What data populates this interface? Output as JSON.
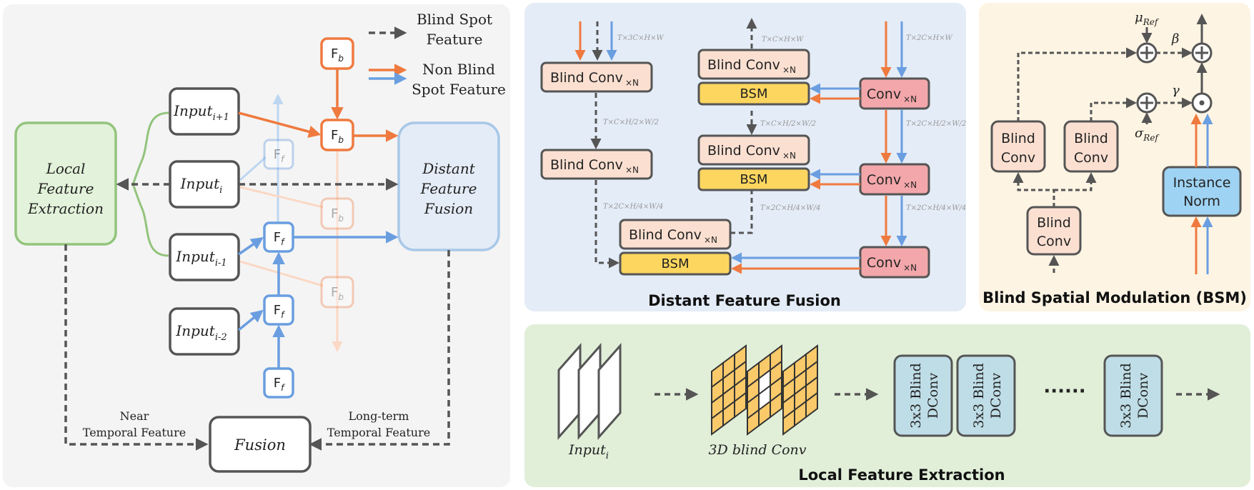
{
  "left": {
    "legend": {
      "blind_spot_line1": "Blind Spot",
      "blind_spot_line2": "Feature",
      "non_blind_line1": "Non Blind",
      "non_blind_line2": "Spot Feature"
    },
    "local_feature_extraction": [
      "Local",
      "Feature",
      "Extraction"
    ],
    "distant_feature_fusion": [
      "Distant",
      "Feature",
      "Fusion"
    ],
    "inputs": [
      {
        "base": "Input",
        "sub": "i+1"
      },
      {
        "base": "Input",
        "sub": "i"
      },
      {
        "base": "Input",
        "sub": "i-1"
      },
      {
        "base": "Input",
        "sub": "i-2"
      }
    ],
    "fb": {
      "base": "F",
      "sub": "b"
    },
    "ff": {
      "base": "F",
      "sub": "f"
    },
    "fusion": "Fusion",
    "near_label": [
      "Near",
      "Temporal Feature"
    ],
    "long_label": [
      "Long-term",
      "Temporal Feature"
    ]
  },
  "dff": {
    "title": "Distant Feature Fusion",
    "blind_conv": "Blind Conv",
    "conv": "Conv",
    "bsm": "BSM",
    "subscript": "×N",
    "dims": {
      "d1": "T×3C×H×W",
      "d2_prefix": "T×C×",
      "d3_prefix": "T×2C×",
      "d4": "T×C×H×W",
      "d5": "T×2C×H×W",
      "d6_prefix": "T×C×",
      "d7_prefix": "T×2C×",
      "d8_prefix": "T×2C×",
      "d9_prefix": "T×2C×",
      "frac_h2": "H/2",
      "frac_w2": "W/2",
      "frac_h4": "H/4",
      "frac_w4": "W/4"
    }
  },
  "bsm": {
    "title": "Blind Spatial Modulation (BSM)",
    "blind_conv": [
      "Blind",
      "Conv"
    ],
    "instance_norm": [
      "Instance",
      "Norm"
    ],
    "mu": "μ",
    "sigma": "σ",
    "ref": "Ref",
    "beta": "β",
    "gamma": "γ"
  },
  "lfe": {
    "title": "Local Feature Extraction",
    "input_label": {
      "base": "Input",
      "sub": "i"
    },
    "blind3d_label": "3D blind Conv",
    "dconv": [
      "3x3 Blind",
      "DConv"
    ],
    "dots": "······"
  },
  "colors": {
    "orange": "#ef7a3f",
    "blue": "#6a9ee0",
    "gray_arrow": "#555555",
    "blind_conv_fill": "#fbe0d1",
    "conv_fill": "#f3a7aa",
    "bsm_fill": "#fdd65f",
    "instance_norm_fill": "#9fd3f3",
    "dconv_fill": "#bfdde6",
    "green_box": "#e3f2da",
    "green_border": "#93c47d",
    "panel_left": "#f4f4f4",
    "panel_dff": "#e4ecf7",
    "panel_bsm": "#fdf4e3",
    "panel_lfe": "#e1efd9"
  }
}
